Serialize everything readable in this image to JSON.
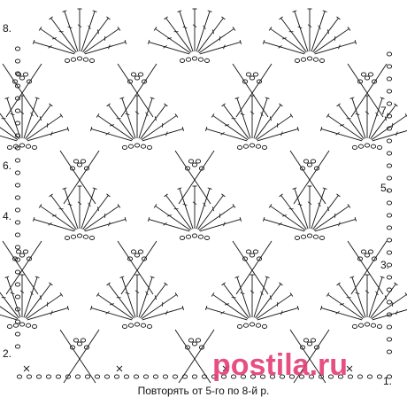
{
  "diagram": {
    "rows": {
      "r8": "8.",
      "r7": "7.",
      "r6": "6.",
      "r5": "5.",
      "r4": "4.",
      "r3": "3.",
      "r2": "2.",
      "r1": "1."
    },
    "caption": "Повторять от 5-го по 8-й р.",
    "watermark": "postila.ru",
    "colors": {
      "ink": "#111111",
      "watermark": "#e53b74"
    }
  }
}
